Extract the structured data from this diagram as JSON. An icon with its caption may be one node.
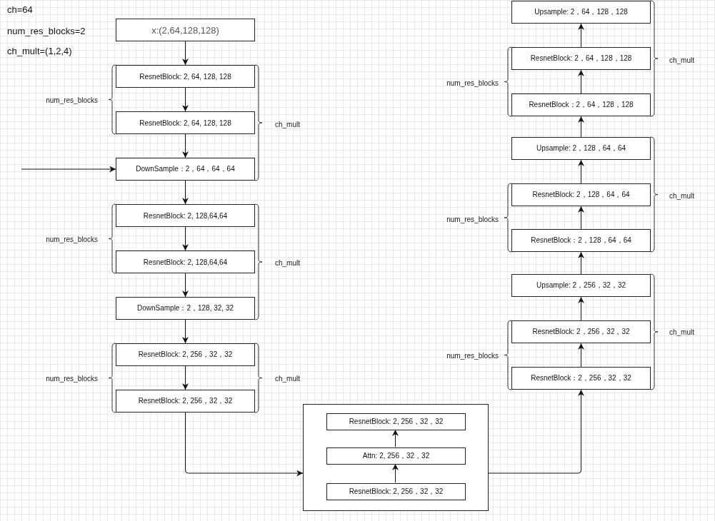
{
  "diagram": {
    "nodes": [
      {
        "text": [
          "x:(2,64,128,128)"
        ]
      },
      {
        "text": [
          "ResnetBlock: 2, 64, 128, 128"
        ]
      },
      {
        "text": [
          "ResnetBlock: 2, 64, 128, 128"
        ]
      },
      {
        "text": [
          "DownSample：2，64，64，64"
        ]
      },
      {
        "text": [
          "ResnetBlock: 2, 128,64,64"
        ]
      },
      {
        "text": [
          "ResnetBlock: 2, 128,64,64"
        ]
      },
      {
        "text": [
          "DownSample：2，128, 32, 32"
        ]
      },
      {
        "text": [
          "ResnetBlock: 2, 256，32，32"
        ]
      },
      {
        "text": [
          "ResnetBlock: 2, 256，32，32"
        ]
      },
      {
        "text": [],
        "shape": "box"
      },
      {
        "text": [
          "ResnetBlock: 2, 256，32，32"
        ],
        "in": 9
      },
      {
        "text": [
          "Attn: 2, 256，32，32"
        ],
        "in": 9
      },
      {
        "text": [
          "ResnetBlock: 2, 256，32，32"
        ],
        "in": 9
      },
      {
        "text": [
          "ResnetBlock：2，256，32，32"
        ]
      },
      {
        "text": [
          "ResnetBlock: 2，256，32，32"
        ]
      },
      {
        "text": [
          "Upsample: 2，256，32，32"
        ]
      },
      {
        "text": [
          "ResnetBlock：2，128，64，64"
        ]
      },
      {
        "text": [
          "ResnetBlock: 2，128，64，64"
        ]
      },
      {
        "text": [
          "Upsample: 2，128，64，64"
        ]
      },
      {
        "text": [
          "ResnetBlock：2，64，128，128"
        ]
      },
      {
        "text": [
          "ResnetBlock: 2，64，128，128"
        ]
      },
      {
        "text": [
          "Upsample: 2，64，128，128"
        ]
      }
    ],
    "edges": [
      {
        "from": 0,
        "to": 1,
        "arrow": "to"
      },
      {
        "from": 1,
        "to": 2,
        "arrow": "to"
      },
      {
        "from": 2,
        "to": 3,
        "arrow": "to"
      },
      {
        "from": null,
        "to": 3,
        "arrow": "to"
      },
      {
        "from": 3,
        "to": 4,
        "arrow": "to"
      },
      {
        "from": 4,
        "to": 5,
        "arrow": "to"
      },
      {
        "from": 5,
        "to": 6,
        "arrow": "to"
      },
      {
        "from": 6,
        "to": 7,
        "arrow": "to"
      },
      {
        "from": 7,
        "to": 8,
        "arrow": "to"
      },
      {
        "from": 8,
        "to": 9,
        "arrow": "to"
      },
      {
        "from": 12,
        "to": 11,
        "arrow": "to"
      },
      {
        "from": 11,
        "to": 10,
        "arrow": "to"
      },
      {
        "from": 9,
        "to": 13,
        "arrow": "to"
      },
      {
        "from": 13,
        "to": 14,
        "arrow": "to"
      },
      {
        "from": 14,
        "to": 15,
        "arrow": "to"
      },
      {
        "from": 15,
        "to": 16,
        "arrow": "to"
      },
      {
        "from": 16,
        "to": 17,
        "arrow": "to"
      },
      {
        "from": 17,
        "to": 18,
        "arrow": "to"
      },
      {
        "from": 18,
        "to": 19,
        "arrow": "to"
      },
      {
        "from": 19,
        "to": 20,
        "arrow": "to"
      },
      {
        "from": 20,
        "to": 21,
        "arrow": "to"
      }
    ],
    "labels": [
      "ch=64",
      "num_res_blocks=2",
      "ch_mult=(1,2,4)",
      "num_res_blocks",
      "ch_mult",
      "num_res_blocks",
      "ch_mult",
      "num_res_blocks",
      "ch_mult",
      "ch_mult",
      "num_res_blocks",
      "ch_mult",
      "num_res_blocks",
      "ch_mult",
      "num_res_blocks"
    ]
  }
}
